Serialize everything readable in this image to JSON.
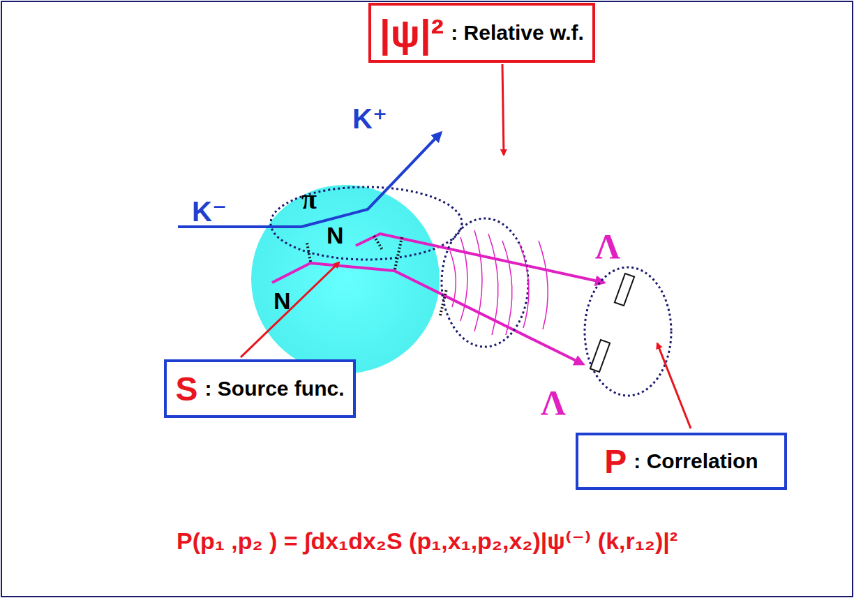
{
  "diagram": {
    "nodes": [
      {
        "text": [
          "|ψ|²",
          ": Relative w.f."
        ]
      },
      {
        "text": [
          "S",
          ": Source func."
        ]
      },
      {
        "text": [
          "P",
          ": Correlation"
        ]
      }
    ],
    "labels": [
      "K⁺",
      "K⁻",
      "π",
      "N",
      "N",
      "Λ",
      "Λ",
      "P(p₁ ,p₂ ) = ∫dx₁dx₂S (p₁,x₁,p₂,x₂)|ψ⁽⁻⁾ (k,r₁₂)|²"
    ]
  }
}
